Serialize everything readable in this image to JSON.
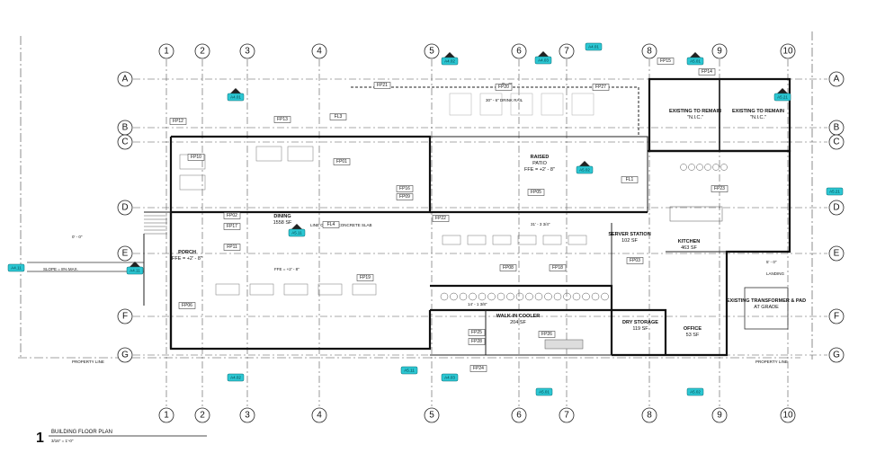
{
  "grid_columns": [
    "1",
    "2",
    "3",
    "4",
    "5",
    "6",
    "7",
    "8",
    "9",
    "10"
  ],
  "grid_rows": [
    "A",
    "B",
    "C",
    "D",
    "E",
    "F",
    "G"
  ],
  "rooms": [
    {
      "name": "RAISED",
      "sub": "PATIO",
      "note": "FFE = +2' - 8\""
    },
    {
      "name": "DINING",
      "sub": "1558 SF",
      "note": ""
    },
    {
      "name": "PORCH",
      "sub": "FFE = +2' - 8\"",
      "note": ""
    },
    {
      "name": "KITCHEN",
      "sub": "463 SF",
      "note": ""
    },
    {
      "name": "SERVER STATION",
      "sub": "102 SF",
      "note": ""
    },
    {
      "name": "WALK-IN COOLER",
      "sub": "204 SF",
      "note": ""
    },
    {
      "name": "DRY STORAGE",
      "sub": "119 SF",
      "note": ""
    },
    {
      "name": "OFFICE",
      "sub": "53 SF",
      "note": ""
    },
    {
      "name": "EXISTING TO REMAIN",
      "sub": "\"N.I.C.\"",
      "note": ""
    },
    {
      "name": "EXISTING TO REMAIN",
      "sub": "\"N.I.C.\"",
      "note": ""
    },
    {
      "name": "EXISTING TRANSFORMER & PAD",
      "sub": "AT GRADE",
      "note": ""
    }
  ],
  "notes": {
    "drink_rail": "30\" - 6\" DRINK RAIL",
    "slab_line": "LINE OF NEW CONCRETE SLAB",
    "ffe_dining": "FFE = +2' - 8\"",
    "slope": "SLOPE = 8% MAX.",
    "landing": "LANDING",
    "property_line": "PROPERTY LINE",
    "dim_1": "0' - 0\"",
    "dim_2": "5' - 0\"",
    "dim_3": "31' - 3 3/4\"",
    "dim_4": "14' - 1 3/8\""
  },
  "tags": [
    "FP21",
    "FP12",
    "FP20",
    "FP27",
    "FP14",
    "FP15",
    "FP16",
    "FP10",
    "FP11",
    "FP13",
    "FP01",
    "FP02",
    "FP03",
    "FP05",
    "FP06",
    "FP08",
    "FP09",
    "FP17",
    "FP18",
    "FP19",
    "FP22",
    "FP23",
    "FP24",
    "FP25",
    "FP26",
    "FP28",
    "FL1",
    "FL3",
    "FL4"
  ],
  "section_markers": [
    "A4.01",
    "A4.02",
    "A4.03",
    "A5.01",
    "A5.02",
    "A5.11",
    "A5.21",
    "A4.11"
  ],
  "title_block": {
    "number": "1",
    "title": "BUILDING FLOOR PLAN",
    "scale": "3/16\" = 1'-0\""
  }
}
